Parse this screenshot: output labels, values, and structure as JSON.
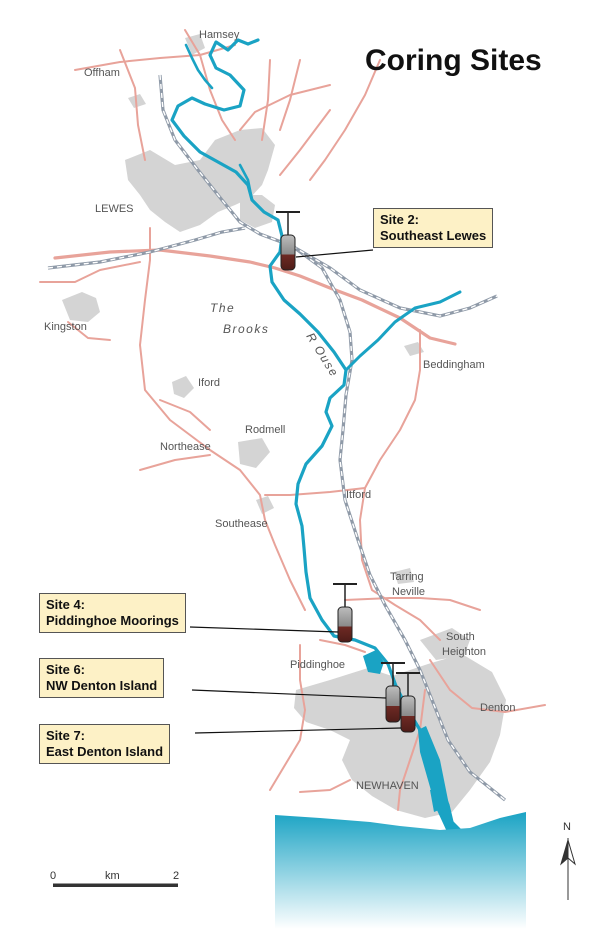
{
  "title": "Coring Sites",
  "towns": {
    "hamsey": "Hamsey",
    "offham": "Offham",
    "lewes": "LEWES",
    "kingston": "Kingston",
    "the": "The",
    "brooks": "Brooks",
    "river": "R Ouse",
    "beddingham": "Beddingham",
    "iford": "Iford",
    "rodmell": "Rodmell",
    "northease": "Northease",
    "itford": "Itford",
    "southease": "Southease",
    "tarring": "Tarring",
    "neville": "Neville",
    "south": "South",
    "heighton": "Heighton",
    "piddinghoe": "Piddinghoe",
    "denton": "Denton",
    "newhaven": "NEWHAVEN"
  },
  "sites": [
    {
      "line1": "Site 2:",
      "line2": "Southeast Lewes"
    },
    {
      "line1": "Site 4:",
      "line2": "Piddinghoe Moorings"
    },
    {
      "line1": "Site 6:",
      "line2": "NW Denton Island"
    },
    {
      "line1": "Site 7:",
      "line2": "East Denton Island"
    }
  ],
  "scale": {
    "start": "0",
    "unit": "km",
    "end": "2"
  },
  "north": "N",
  "colors": {
    "river": "#1aa3c4",
    "road": "#e8a39a",
    "urban": "#d4d4d4",
    "rail": "#8f9aa8",
    "label_box": "#fdf1c6",
    "core": "#6e2a24"
  }
}
